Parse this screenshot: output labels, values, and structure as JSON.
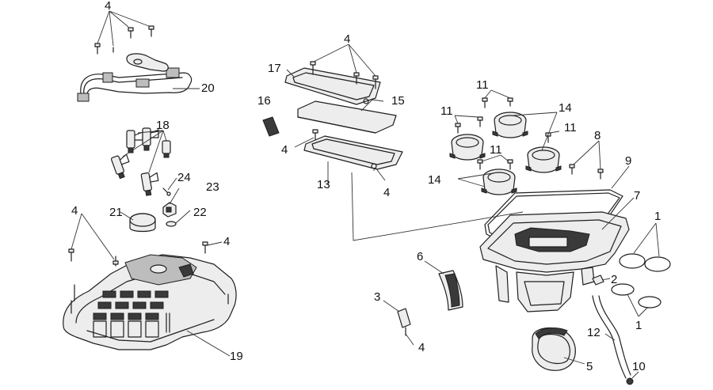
{
  "callouts": {
    "c1a": "1",
    "c1b": "1",
    "c2": "2",
    "c3": "3",
    "c4_top": "4",
    "c4_airbox_top": "4",
    "c4_airbox_left": "4",
    "c4_airbox_right": "4",
    "c4_cover_left": "4",
    "c4_cover_right": "4",
    "c4_bracket": "4",
    "c5": "5",
    "c6": "6",
    "c7": "7",
    "c8": "8",
    "c9": "9",
    "c10": "10",
    "c11a": "11",
    "c11b": "11",
    "c11c": "11",
    "c11d": "11",
    "c12": "12",
    "c13": "13",
    "c14a": "14",
    "c14b": "14",
    "c15": "15",
    "c16": "16",
    "c17": "17",
    "c18": "18",
    "c19": "19",
    "c20": "20",
    "c21": "21",
    "c22": "22",
    "c23": "23",
    "c24": "24"
  }
}
